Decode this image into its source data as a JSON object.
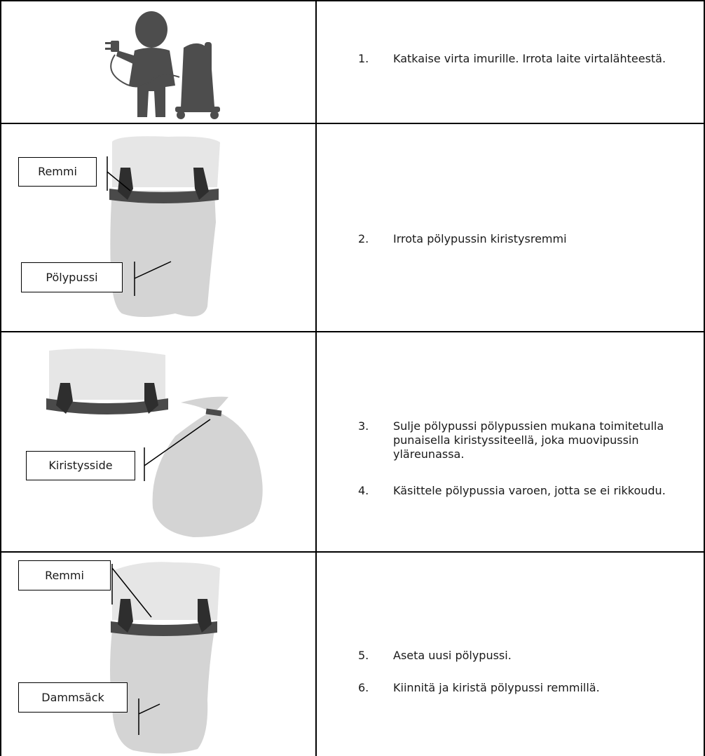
{
  "steps": [
    {
      "num": "1.",
      "text": "Katkaise virta imurille. Irrota laite virtalähteestä."
    },
    {
      "num": "2.",
      "text": "Irrota pölypussin kiristysremmi"
    },
    {
      "num": "3.",
      "text": "Sulje pölypussi pölypussien mukana toimitetulla punaisella kiristyssiteellä, joka muovipussin yläreunassa."
    },
    {
      "num": "4.",
      "text": "Käsittele pölypussia varoen, jotta se ei rikkoudu."
    },
    {
      "num": "5.",
      "text": "Aseta uusi pölypussi."
    },
    {
      "num": "6.",
      "text": "Kiinnitä ja kiristä pölypussi remmillä."
    }
  ],
  "labels": {
    "row2_strap": "Remmi",
    "row2_bag": "Pölypussi",
    "row3_tie": "Kiristysside",
    "row4_strap": "Remmi",
    "row4_bag": "Dammsäck"
  },
  "illustrations": {
    "row1": "person-unplugging-vacuum-icon",
    "row2": "dust-bag-with-strap",
    "row3": "bag-closed-with-tie",
    "row4": "dust-bag-with-strap"
  },
  "colors": {
    "bag_light": "#e6e6e6",
    "bag_mid": "#d4d4d4",
    "strap_dark": "#4a4a4a",
    "silhouette": "#4d4d4d"
  }
}
